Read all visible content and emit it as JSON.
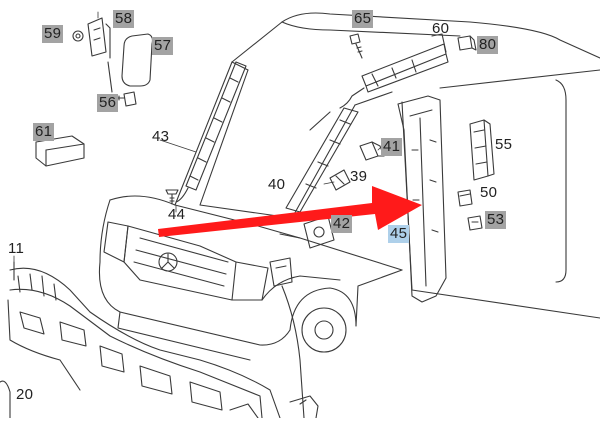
{
  "callouts": {
    "p11": "11",
    "p20": "20",
    "p39": "39",
    "p40": "40",
    "p41": "41",
    "p42": "42",
    "p43": "43",
    "p44": "44",
    "p45": "45",
    "p50": "50",
    "p53": "53",
    "p55": "55",
    "p56": "56",
    "p57": "57",
    "p58": "58",
    "p59": "59",
    "p60": "60",
    "p61": "61",
    "p65": "65",
    "p80": "80"
  },
  "colors": {
    "line": "#3a3a3a",
    "callout_box": "#a3a3a3",
    "highlight": "#aed0ea",
    "arrow": "#ff1a1a"
  },
  "highlighted_part": "45",
  "icons": [
    "red-arrow",
    "van-outline",
    "a-pillar-trim",
    "cowl-panel",
    "clips",
    "screws"
  ]
}
